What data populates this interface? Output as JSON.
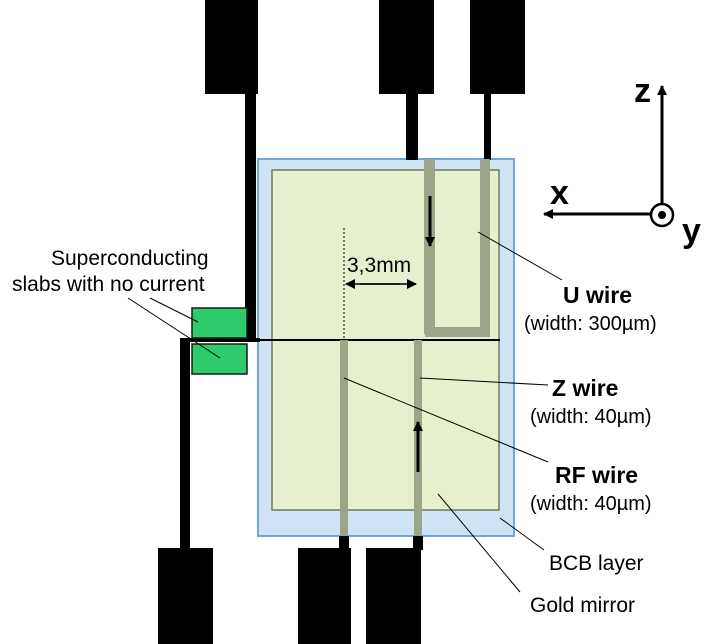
{
  "colors": {
    "pad": "#000000",
    "bcb_layer": "#cfe3f5",
    "bcb_border": "#6fa8d8",
    "gold_mirror": "#e6f0cf",
    "gold_border": "#6c7a5c",
    "buried_wire": "#9aa58a",
    "slab_fill": "#2ecc6a",
    "slab_border": "#1a1a1a"
  },
  "labels": {
    "superconducting_line1": "Superconducting",
    "superconducting_line2": "slabs with no current",
    "distance": "3,3mm",
    "u_wire_title": "U wire",
    "u_wire_width": "(width: 300µm)",
    "z_wire_title": "Z wire",
    "z_wire_width": "(width: 40µm)",
    "rf_wire_title": "RF wire",
    "rf_wire_width": "(width: 40µm)",
    "bcb_layer": "BCB layer",
    "gold_mirror": "Gold mirror"
  },
  "axes": {
    "z": "z",
    "x": "x",
    "y": "y"
  }
}
